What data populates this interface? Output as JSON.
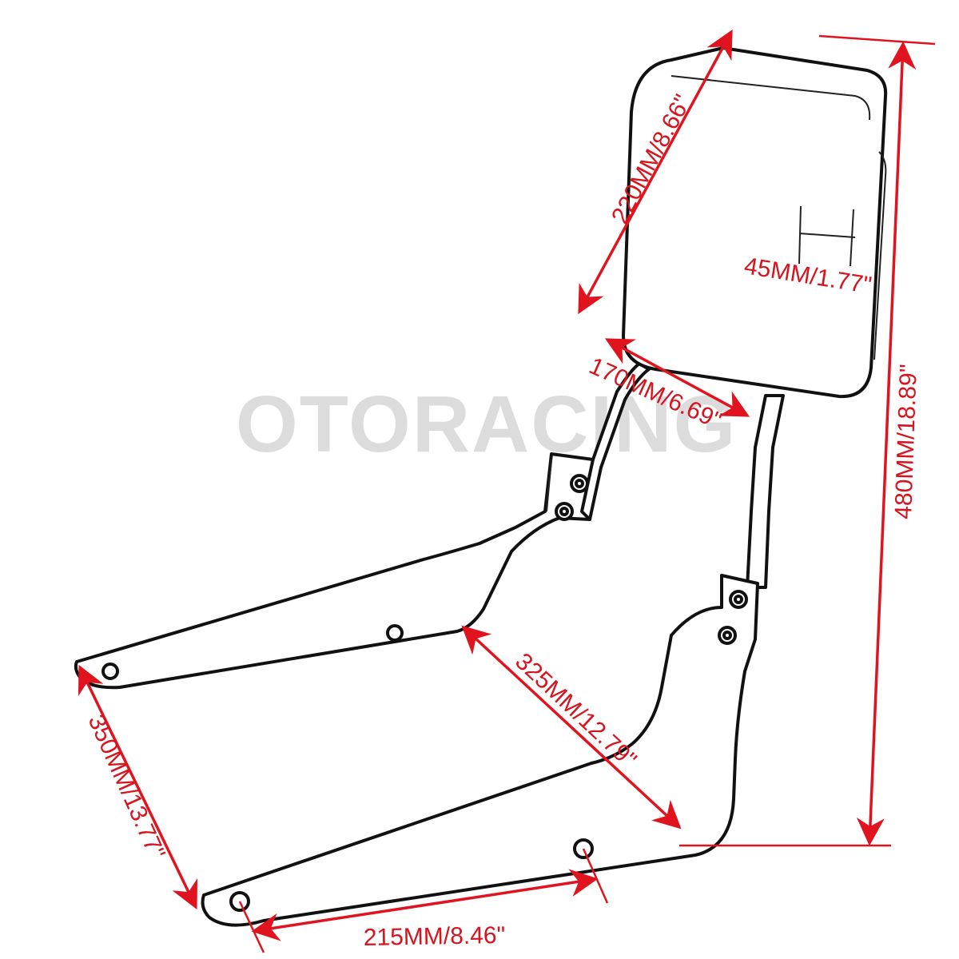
{
  "watermark": "OTORACING",
  "colors": {
    "dimension": "#e0141e",
    "outline": "#111111",
    "watermark": "#d6d6d6",
    "background": "#ffffff"
  },
  "dimensions": {
    "pad_height": "220MM/8.66\"",
    "pad_depth": "45MM/1.77\"",
    "pad_width": "170MM/6.69\"",
    "total_height": "480MM/18.89\"",
    "bracket_length": "325MM/12.79\"",
    "side_length": "350MM/13.77\"",
    "hole_spacing": "215MM/8.46\""
  }
}
